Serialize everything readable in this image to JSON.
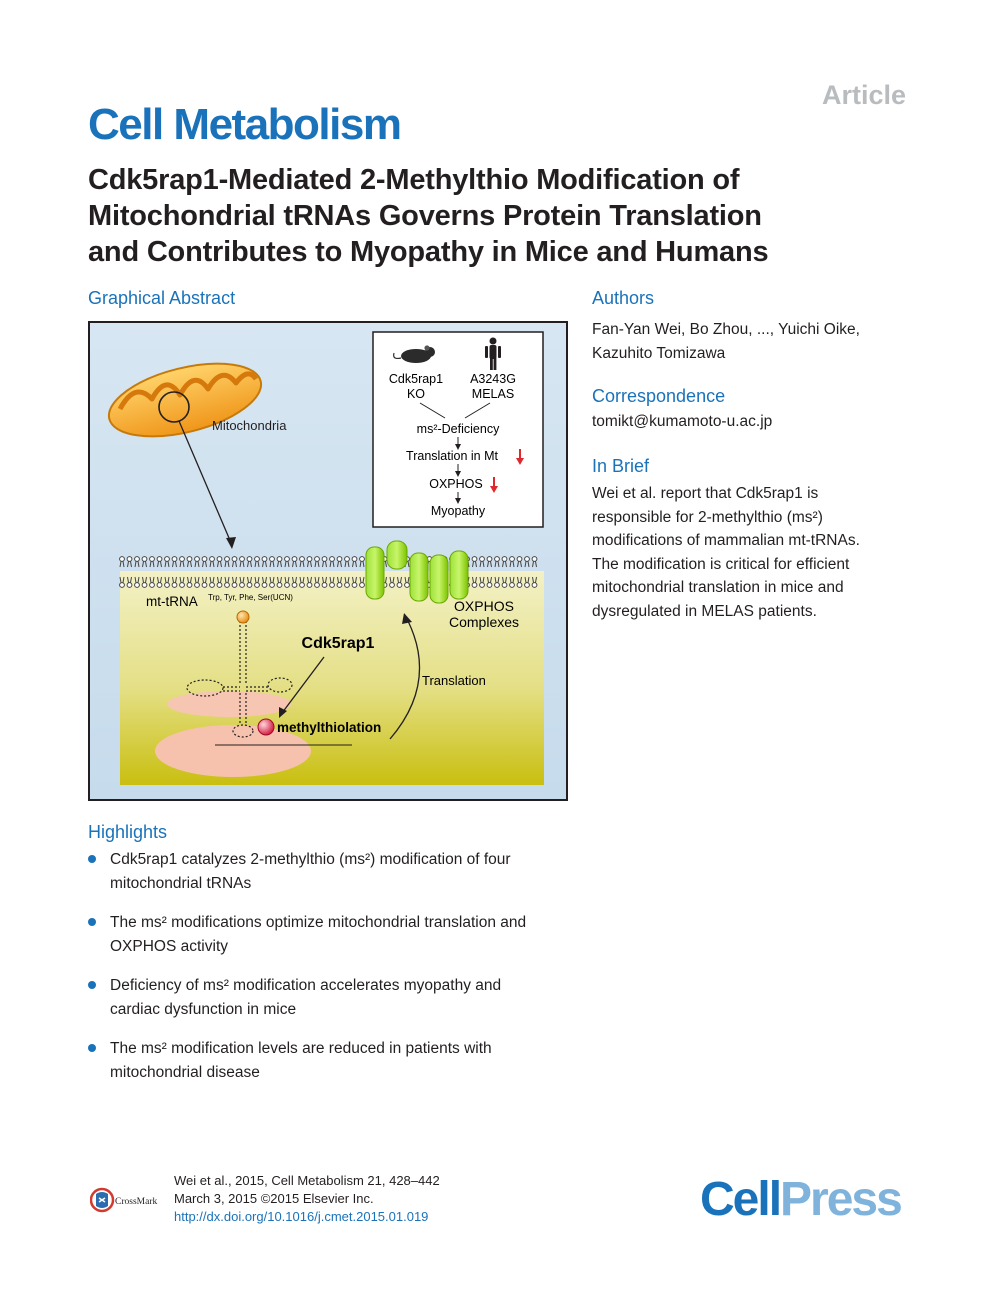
{
  "header": {
    "article_tag": "Article",
    "journal": "Cell Metabolism",
    "title_lines": [
      "Cdk5rap1-Mediated 2-Methylthio Modification of",
      "Mitochondrial tRNAs Governs Protein Translation",
      "and Contributes to Myopathy in Mice and Humans"
    ]
  },
  "graphical_abstract": {
    "heading": "Graphical Abstract",
    "mitochondria_label": "Mitochondria",
    "inset": {
      "left_label_1": "Cdk5rap1",
      "left_label_2": "KO",
      "right_label_1": "A3243G",
      "right_label_2": "MELAS",
      "step_1": "ms²-Deficiency",
      "step_2": "Translation in Mt",
      "step_3": "OXPHOS",
      "step_4": "Myopathy"
    },
    "mt_trna_label": "mt-tRNA",
    "mt_trna_sup": "Trp, Tyr, Phe, Ser(UCN)",
    "oxphos_label_1": "OXPHOS",
    "oxphos_label_2": "Complexes",
    "enzyme_label": "Cdk5rap1",
    "translation_label": "Translation",
    "methylthiolation_label": "methylthiolation",
    "colors": {
      "membrane_bg": "#ebe9a0",
      "mito_orange": "#f3a623",
      "complex_green": "#8fd400",
      "ribosome_pink": "#f5b9a6",
      "down_arrow_red": "#e0272d"
    }
  },
  "authors": {
    "heading": "Authors",
    "line_1": "Fan-Yan Wei, Bo Zhou, ..., Yuichi Oike,",
    "line_2": "Kazuhito Tomizawa"
  },
  "correspondence": {
    "heading": "Correspondence",
    "email": "tomikt@kumamoto-u.ac.jp"
  },
  "in_brief": {
    "heading": "In Brief",
    "lines": [
      "Wei et al. report that Cdk5rap1 is",
      "responsible for 2-methylthio (ms²)",
      "modifications of mammalian mt-tRNAs.",
      "The modification is critical for efficient",
      "mitochondrial translation in mice and",
      "dysregulated in MELAS patients."
    ]
  },
  "highlights": {
    "heading": "Highlights",
    "items": [
      {
        "line_1": "Cdk5rap1 catalyzes 2-methylthio (ms²) modification of four",
        "line_2": "mitochondrial tRNAs"
      },
      {
        "line_1": "The ms² modifications optimize mitochondrial translation and",
        "line_2": "OXPHOS activity"
      },
      {
        "line_1": "Deficiency of ms² modification accelerates myopathy and",
        "line_2": "cardiac dysfunction in mice"
      },
      {
        "line_1": "The ms² modification levels are reduced in patients with",
        "line_2": "mitochondrial disease"
      }
    ]
  },
  "footer": {
    "citation_line": "Wei et al., 2015, Cell Metabolism 21, 428–442",
    "date_line": "March 3, 2015 ©2015 Elsevier Inc.",
    "doi": "http://dx.doi.org/10.1016/j.cmet.2015.01.019",
    "crossmark_label": "CrossMark",
    "publisher_part_1": "Cell",
    "publisher_part_2": "Press"
  }
}
